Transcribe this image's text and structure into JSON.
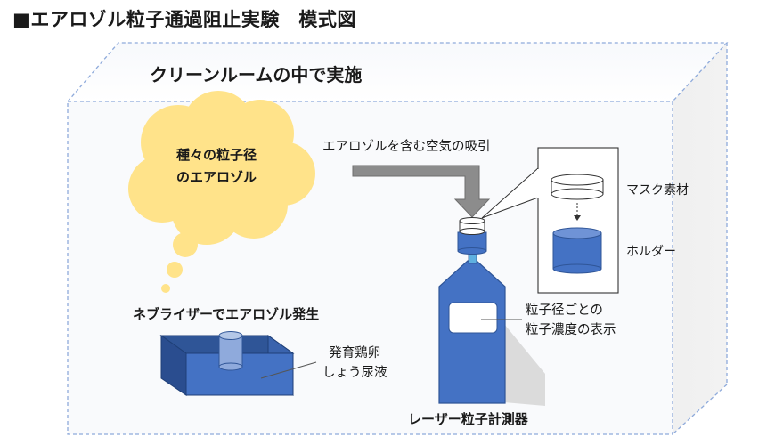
{
  "title": "■エアロゾル粒子通過阻止実験　模式図",
  "room_label": "クリーンルームの中で実施",
  "cloud": {
    "line1": "種々の粒子径",
    "line2": "のエアロゾル"
  },
  "suction_label": "エアロゾルを含む空気の吸引",
  "inset": {
    "mask_label": "マスク素材",
    "holder_label": "ホルダー"
  },
  "display_label": {
    "line1": "粒子径ごとの",
    "line2": "粒子濃度の表示"
  },
  "samples_label": {
    "line1": "発育鶏卵",
    "line2": "しょう尿液"
  },
  "nebulizer_label": "ネブライザーでエアロゾル発生",
  "counter_label": "レーザー粒子計測器",
  "colors": {
    "blue_main": "#4472c4",
    "blue_dark": "#2f5597",
    "blue_light": "#8faadc",
    "cyan": "#5fb0e0",
    "cloud_fill": "#ffe38a",
    "arrow_gray": "#8c8c8c",
    "room_edge": "#8eaadb"
  }
}
